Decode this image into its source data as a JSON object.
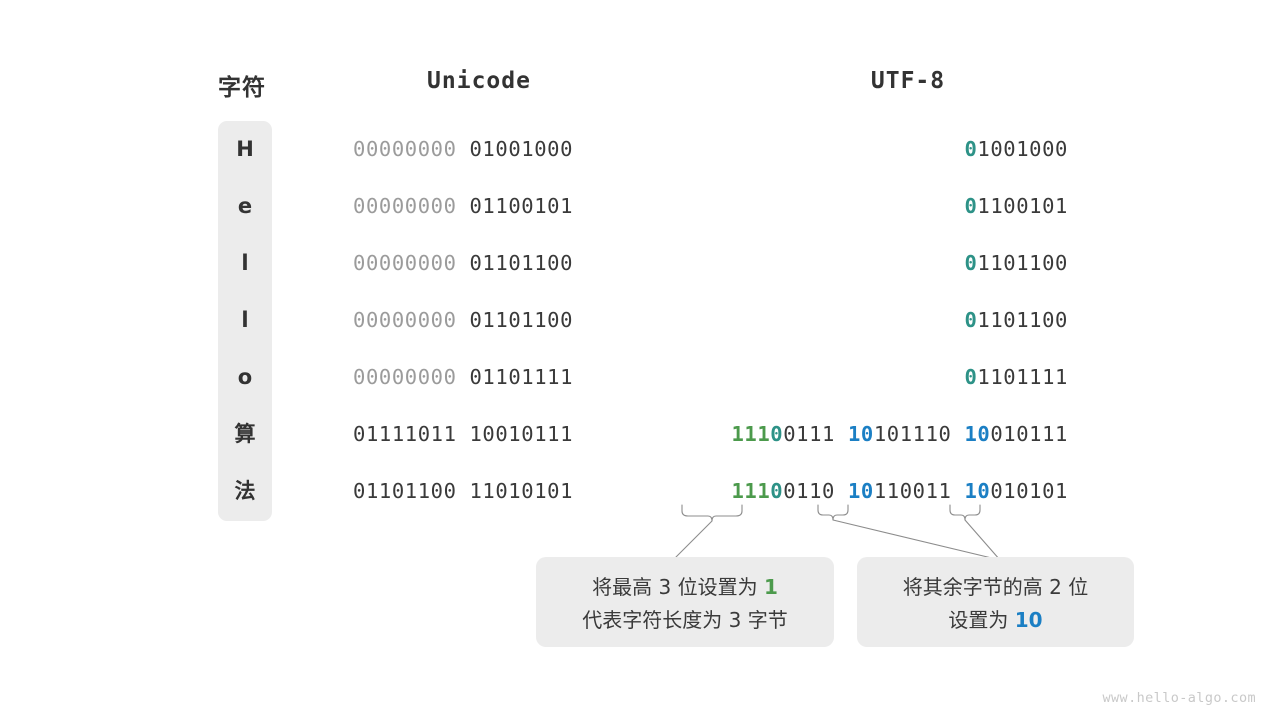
{
  "headers": {
    "char": "字符",
    "unicode": "Unicode",
    "utf8": "UTF-8"
  },
  "rows": [
    {
      "char": "H",
      "unicode_dim": "00000000",
      "unicode_rest": " 01001000",
      "utf8_lead": "0",
      "utf8_lead_color": "teal",
      "utf8_rest": "1001000",
      "utf8_groups": []
    },
    {
      "char": "e",
      "unicode_dim": "00000000",
      "unicode_rest": " 01100101",
      "utf8_lead": "0",
      "utf8_lead_color": "teal",
      "utf8_rest": "1100101",
      "utf8_groups": []
    },
    {
      "char": "l",
      "unicode_dim": "00000000",
      "unicode_rest": " 01101100",
      "utf8_lead": "0",
      "utf8_lead_color": "teal",
      "utf8_rest": "1101100",
      "utf8_groups": []
    },
    {
      "char": "l",
      "unicode_dim": "00000000",
      "unicode_rest": " 01101100",
      "utf8_lead": "0",
      "utf8_lead_color": "teal",
      "utf8_rest": "1101100",
      "utf8_groups": []
    },
    {
      "char": "o",
      "unicode_dim": "00000000",
      "unicode_rest": " 01101111",
      "utf8_lead": "0",
      "utf8_lead_color": "teal",
      "utf8_rest": "1101111",
      "utf8_groups": []
    },
    {
      "char": "算",
      "unicode_dim": "",
      "unicode_rest": "01111011 10010111",
      "utf8_lead": "",
      "utf8_lead_color": "",
      "utf8_rest": "",
      "utf8_groups": [
        {
          "green": "111",
          "teal": "0",
          "plain": "0111"
        },
        {
          "blue": "10",
          "plain": "101110"
        },
        {
          "blue": "10",
          "plain": "010111"
        }
      ]
    },
    {
      "char": "法",
      "unicode_dim": "",
      "unicode_rest": "01101100 11010101",
      "utf8_lead": "",
      "utf8_lead_color": "",
      "utf8_rest": "",
      "utf8_groups": [
        {
          "green": "111",
          "teal": "0",
          "plain": "0110"
        },
        {
          "blue": "10",
          "plain": "110011"
        },
        {
          "blue": "10",
          "plain": "010101"
        }
      ]
    }
  ],
  "callouts": {
    "left": {
      "line1_pre": "将最高 3 位设置为 ",
      "line1_hl": "1",
      "line2": "代表字符长度为 3 字节"
    },
    "right": {
      "line1": "将其余字节的高 2 位",
      "line2_pre": "设置为 ",
      "line2_hl": "10"
    }
  },
  "watermark": "www.hello-algo.com",
  "colors": {
    "teal": "#2d9287",
    "green": "#4c9a4c",
    "blue": "#1b7fc4",
    "dim": "#9b9b9b",
    "text": "#3a3a3a",
    "pill": "#ececec"
  }
}
